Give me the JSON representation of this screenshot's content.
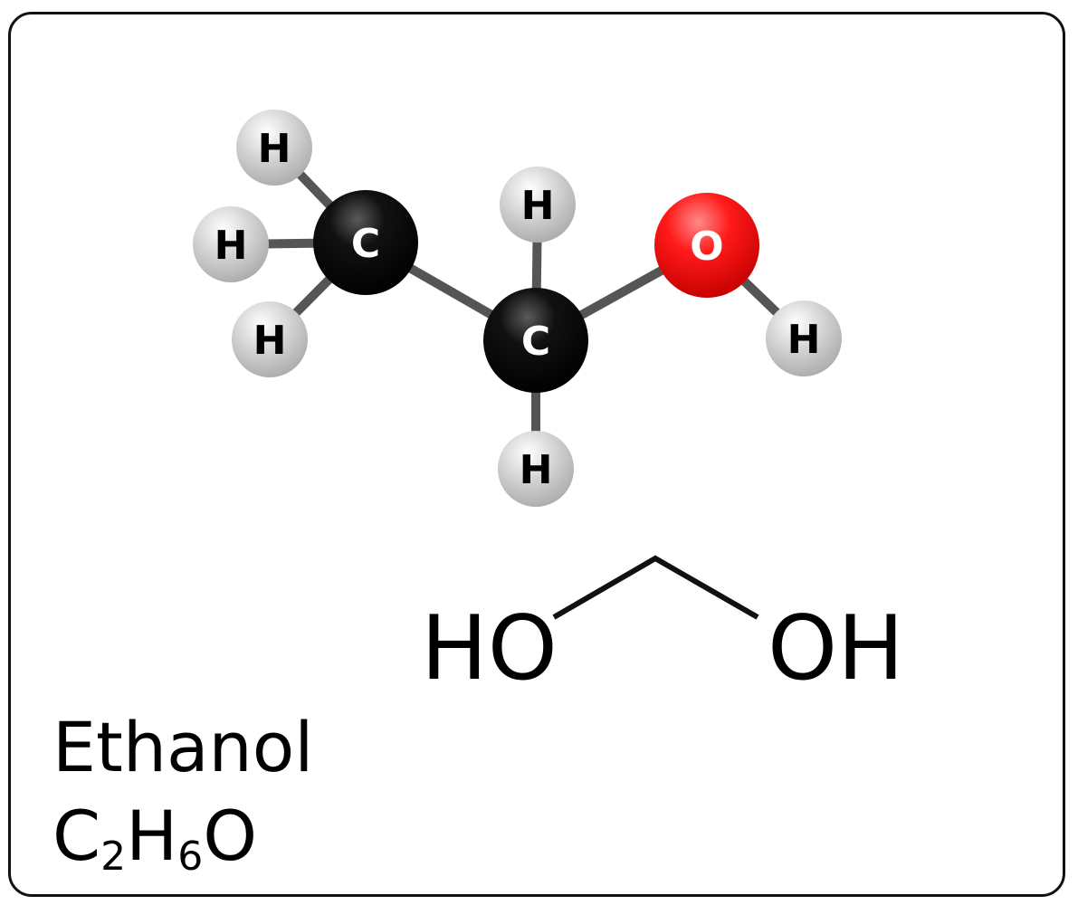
{
  "molecule": {
    "name": "Ethanol",
    "formula": {
      "parts": [
        "C",
        "2",
        "H",
        "6",
        "O"
      ]
    },
    "colors": {
      "carbon": "#000000",
      "hydrogen": "#c8c8c8",
      "oxygen": "#ff1a1a",
      "bond": "#555555"
    },
    "atoms": [
      {
        "id": "h1",
        "element": "H",
        "label": "H"
      },
      {
        "id": "h2",
        "element": "H",
        "label": "H"
      },
      {
        "id": "h3",
        "element": "H",
        "label": "H"
      },
      {
        "id": "c1",
        "element": "C",
        "label": "C"
      },
      {
        "id": "h4",
        "element": "H",
        "label": "H"
      },
      {
        "id": "c2",
        "element": "C",
        "label": "C"
      },
      {
        "id": "h5",
        "element": "H",
        "label": "H"
      },
      {
        "id": "o1",
        "element": "O",
        "label": "O"
      },
      {
        "id": "h6",
        "element": "H",
        "label": "H"
      }
    ],
    "bonds": [
      [
        "c1",
        "h1"
      ],
      [
        "c1",
        "h2"
      ],
      [
        "c1",
        "h3"
      ],
      [
        "c1",
        "c2"
      ],
      [
        "c2",
        "h4"
      ],
      [
        "c2",
        "h5"
      ],
      [
        "c2",
        "o1"
      ],
      [
        "o1",
        "h6"
      ]
    ]
  },
  "skeletal": {
    "left_label": "HO",
    "right_label": "OH"
  }
}
